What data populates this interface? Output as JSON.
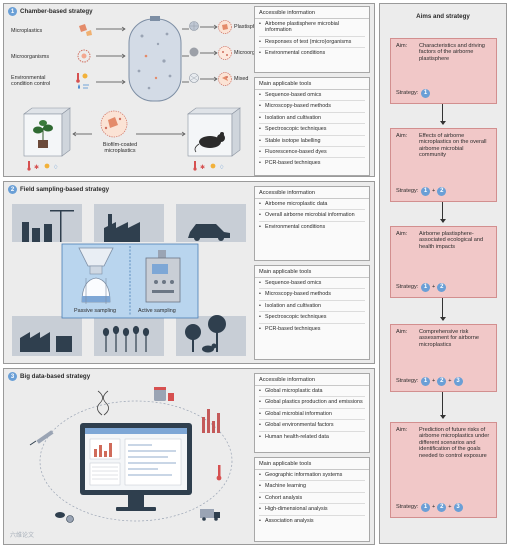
{
  "sections": [
    {
      "number": "1",
      "title": "Chamber-based strategy",
      "inputs": [
        "Microplastics",
        "Microorganisms",
        "Environmental condition control"
      ],
      "outputs": [
        "Plastisphere",
        "Microorganisms",
        "Mixed"
      ],
      "biofilm_label": "Biofilm-coated microplastics",
      "accessible_title": "Accessible information",
      "accessible": [
        "Airborne plastisphere microbial information",
        "Responses of test (micro)organisms",
        "Environmental conditions"
      ],
      "tools_title": "Main applicable tools",
      "tools": [
        "Sequence-based omics",
        "Microscopy-based methods",
        "Isolation and cultivation",
        "Spectroscopic techniques",
        "Stable isotope labelling",
        "Fluorescence-based dyes",
        "PCR-based techniques"
      ]
    },
    {
      "number": "2",
      "title": "Field sampling-based strategy",
      "passive_label": "Passive sampling",
      "active_label": "Active sampling",
      "accessible_title": "Accessible information",
      "accessible": [
        "Airborne microplastic data",
        "Overall airborne microbial information",
        "Environmental conditions"
      ],
      "tools_title": "Main applicable tools",
      "tools": [
        "Sequence-based omics",
        "Microscopy-based methods",
        "Isolation and cultivation",
        "Spectroscopic techniques",
        "PCR-based techniques"
      ]
    },
    {
      "number": "3",
      "title": "Big data-based strategy",
      "accessible_title": "Accessible information",
      "accessible": [
        "Global microplastic data",
        "Global plastics production and emissions",
        "Global microbial information",
        "Global environmental factors",
        "Human health-related data"
      ],
      "tools_title": "Main applicable tools",
      "tools": [
        "Geographic information systems",
        "Machine learning",
        "Cohort analysis",
        "High-dimensional analysis",
        "Association analysis"
      ]
    }
  ],
  "aims": {
    "title": "Aims and strategy",
    "aim_key": "Aim:",
    "strategy_key": "Strategy:",
    "items": [
      {
        "aim": "Characteristics and driving factors of the airborne plastisphere",
        "strategies": [
          "1"
        ]
      },
      {
        "aim": "Effects of airborne microplastics on the overall airborne microbial community",
        "strategies": [
          "1",
          "2"
        ]
      },
      {
        "aim": "Airborne plastisphere-associated ecological and health impacts",
        "strategies": [
          "1",
          "2"
        ]
      },
      {
        "aim": "Comprehensive risk assessment for airborne microplastics",
        "strategies": [
          "1",
          "2",
          "3"
        ]
      },
      {
        "aim": "Prediction of future risks of airborne microplastics under different scenarios and identification of the goals needed to control exposure",
        "strategies": [
          "1",
          "2",
          "3"
        ]
      }
    ],
    "plus": "+"
  },
  "watermark": "六维论文",
  "colors": {
    "badge": "#6a9fd6",
    "aim_fill": "#f1c8c8",
    "panel": "#ececec"
  }
}
